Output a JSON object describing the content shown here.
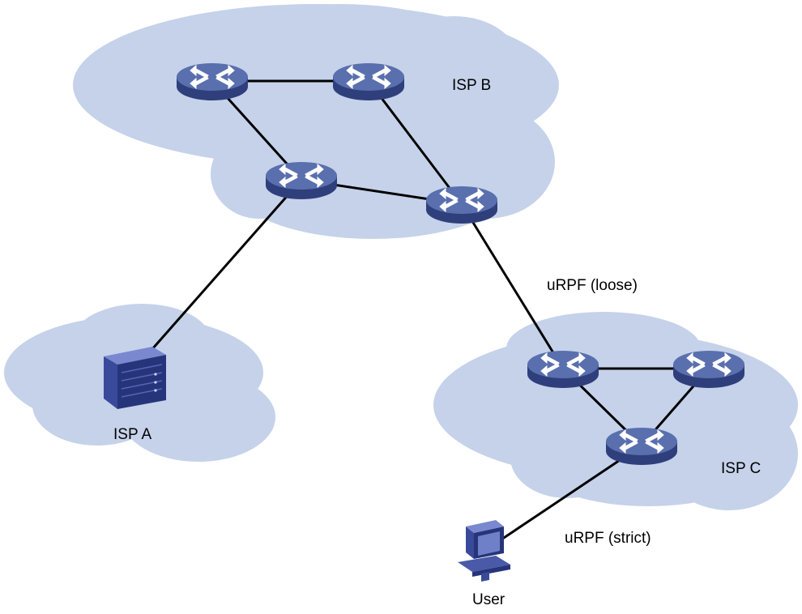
{
  "colors": {
    "cloud": "#c5d2ea",
    "router_top": "#5a6fae",
    "router_side": "#2f3f7c",
    "link": "#000000"
  },
  "clouds": [
    {
      "id": "isp-b",
      "label": "ISP B"
    },
    {
      "id": "isp-a",
      "label": "ISP A"
    },
    {
      "id": "isp-c",
      "label": "ISP C"
    }
  ],
  "links": [
    {
      "from": "router-b1",
      "to": "router-b2"
    },
    {
      "from": "router-b1",
      "to": "router-b3"
    },
    {
      "from": "router-b2",
      "to": "router-b4"
    },
    {
      "from": "router-b3",
      "to": "router-b4"
    },
    {
      "from": "router-b3",
      "to": "server-a"
    },
    {
      "from": "router-b4",
      "to": "router-c1",
      "label": "uRPF (loose)"
    },
    {
      "from": "router-c1",
      "to": "router-c2"
    },
    {
      "from": "router-c1",
      "to": "router-c3"
    },
    {
      "from": "router-c2",
      "to": "router-c3"
    },
    {
      "from": "router-c3",
      "to": "user-pc",
      "label": "uRPF (strict)"
    }
  ],
  "nodes": [
    {
      "id": "router-b1",
      "type": "router"
    },
    {
      "id": "router-b2",
      "type": "router"
    },
    {
      "id": "router-b3",
      "type": "router"
    },
    {
      "id": "router-b4",
      "type": "router"
    },
    {
      "id": "router-c1",
      "type": "router"
    },
    {
      "id": "router-c2",
      "type": "router"
    },
    {
      "id": "router-c3",
      "type": "router"
    },
    {
      "id": "server-a",
      "type": "server"
    },
    {
      "id": "user-pc",
      "type": "pc",
      "label": "User"
    }
  ]
}
